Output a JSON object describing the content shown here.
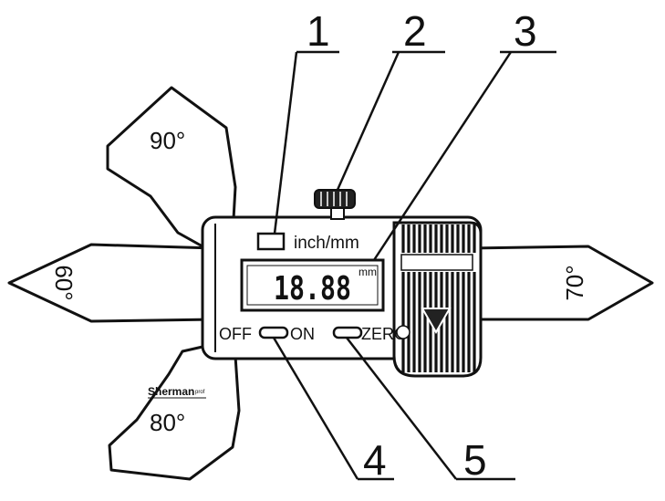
{
  "callouts": [
    "1",
    "2",
    "3",
    "4",
    "5"
  ],
  "angles": {
    "top": "90°",
    "left": "60°",
    "right": "70°",
    "bottom": "80°"
  },
  "display": {
    "unit_label": "inch/mm",
    "reading": "18.88",
    "unit": "mm"
  },
  "controls": {
    "off": "OFF",
    "on": "ON",
    "zero": "ZERO"
  },
  "brand": {
    "name": "Sherman",
    "sub": "prof"
  }
}
